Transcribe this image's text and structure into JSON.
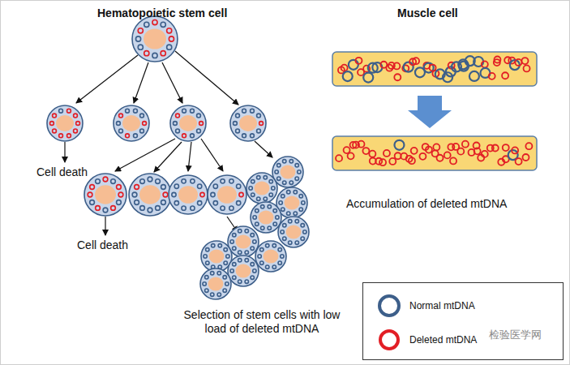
{
  "diagram": {
    "labels": [
      "Hematopoietic stem cell",
      "Muscle cell",
      "Cell death",
      "Cell death",
      "Selection of stem cells with low load of deleted mtDNA",
      "Accumulation of deleted mtDNA",
      "检验医学网"
    ],
    "legend": [
      {
        "text": "Normal mtDNA"
      },
      {
        "text": "Deleted mtDNA"
      }
    ]
  }
}
